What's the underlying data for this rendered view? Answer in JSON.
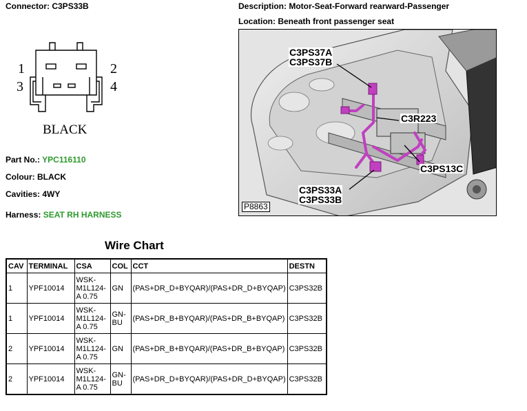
{
  "connector": {
    "label": "Connector:",
    "name": "C3PS33B",
    "color_label": "BLACK",
    "pins": [
      "1",
      "2",
      "3",
      "4"
    ]
  },
  "description": {
    "label": "Description:",
    "value": "Motor-Seat-Forward rearward-Passenger"
  },
  "location": {
    "label": "Location:",
    "value": "Beneath front passenger seat"
  },
  "details": {
    "part_no": {
      "label": "Part No.:",
      "value": "YPC116110"
    },
    "colour": {
      "label": "Colour:",
      "value": "BLACK"
    },
    "cavities": {
      "label": "Cavities:",
      "value": "4WY"
    },
    "harness": {
      "label": "Harness:",
      "value": "SEAT RH HARNESS"
    }
  },
  "image": {
    "callouts": {
      "c3ps37a": "C3PS37A",
      "c3ps37b": "C3PS37B",
      "c3r223": "C3R223",
      "c3ps13c": "C3PS13C",
      "c3ps33a": "C3PS33A",
      "c3ps33b": "C3PS33B"
    },
    "ref_code": "P8863",
    "harness_color": "#c040c0"
  },
  "wire_chart": {
    "title": "Wire Chart",
    "headers": [
      "CAV",
      "TERMINAL",
      "CSA",
      "COL",
      "CCT",
      "DESTN"
    ],
    "rows": [
      [
        "1",
        "YPF10014",
        "WSK-M1L124-A 0.75",
        "GN",
        "(PAS+DR_D+BYQAR)/(PAS+DR_D+BYQAP)",
        "C3PS32B"
      ],
      [
        "1",
        "YPF10014",
        "WSK-M1L124-A 0.75",
        "GN-BU",
        "(PAS+DR_B+BYQAR)/(PAS+DR_B+BYQAP)",
        "C3PS32B"
      ],
      [
        "2",
        "YPF10014",
        "WSK-M1L124-A 0.75",
        "GN",
        "(PAS+DR_B+BYQAR)/(PAS+DR_B+BYQAP)",
        "C3PS32B"
      ],
      [
        "2",
        "YPF10014",
        "WSK-M1L124-A 0.75",
        "GN-BU",
        "(PAS+DR_D+BYQAR)/(PAS+DR_D+BYQAP)",
        "C3PS32B"
      ]
    ]
  }
}
